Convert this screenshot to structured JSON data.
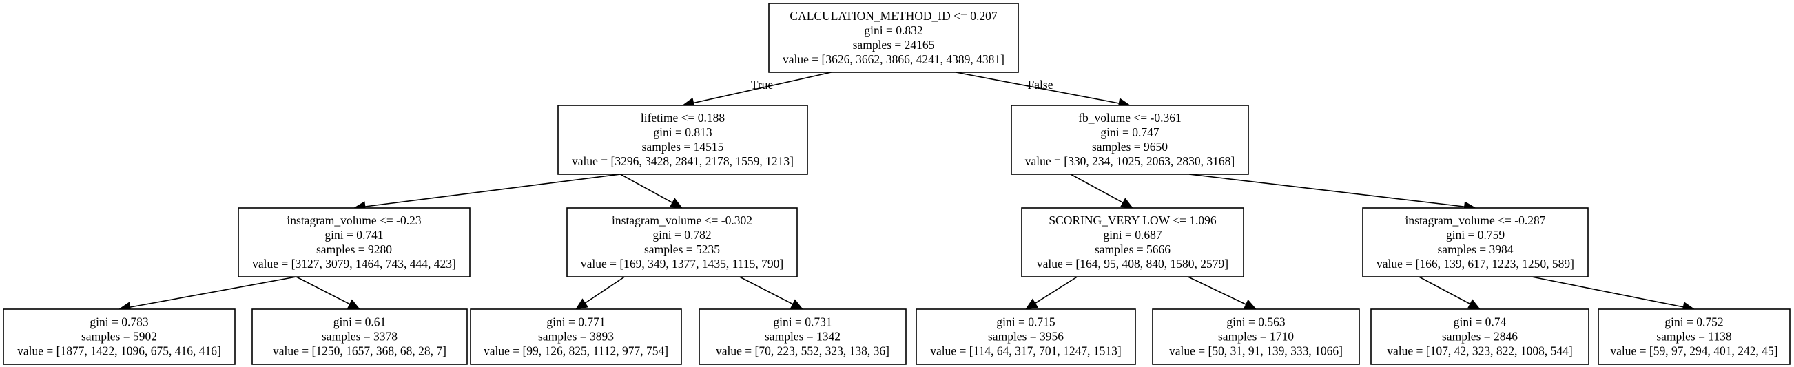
{
  "tree": {
    "nodes": [
      {
        "id": "n0",
        "lines": [
          "CALCULATION_METHOD_ID <= 0.207",
          "gini = 0.832",
          "samples = 24165",
          "value = [3626, 3662, 3866, 4241, 4389, 4381]"
        ]
      },
      {
        "id": "n1",
        "lines": [
          "lifetime <= 0.188",
          "gini = 0.813",
          "samples = 14515",
          "value = [3296, 3428, 2841, 2178, 1559, 1213]"
        ]
      },
      {
        "id": "n2",
        "lines": [
          "fb_volume <= -0.361",
          "gini = 0.747",
          "samples = 9650",
          "value = [330, 234, 1025, 2063, 2830, 3168]"
        ]
      },
      {
        "id": "n3",
        "lines": [
          "instagram_volume <= -0.23",
          "gini = 0.741",
          "samples = 9280",
          "value = [3127, 3079, 1464, 743, 444, 423]"
        ]
      },
      {
        "id": "n4",
        "lines": [
          "instagram_volume <= -0.302",
          "gini = 0.782",
          "samples = 5235",
          "value = [169, 349, 1377, 1435, 1115, 790]"
        ]
      },
      {
        "id": "n5",
        "lines": [
          "SCORING_VERY LOW <= 1.096",
          "gini = 0.687",
          "samples = 5666",
          "value = [164, 95, 408, 840, 1580, 2579]"
        ]
      },
      {
        "id": "n6",
        "lines": [
          "instagram_volume <= -0.287",
          "gini = 0.759",
          "samples = 3984",
          "value = [166, 139, 617, 1223, 1250, 589]"
        ]
      },
      {
        "id": "n7",
        "lines": [
          "gini = 0.783",
          "samples = 5902",
          "value = [1877, 1422, 1096, 675, 416, 416]"
        ]
      },
      {
        "id": "n8",
        "lines": [
          "gini = 0.61",
          "samples = 3378",
          "value = [1250, 1657, 368, 68, 28, 7]"
        ]
      },
      {
        "id": "n9",
        "lines": [
          "gini = 0.771",
          "samples = 3893",
          "value = [99, 126, 825, 1112, 977, 754]"
        ]
      },
      {
        "id": "n10",
        "lines": [
          "gini = 0.731",
          "samples = 1342",
          "value = [70, 223, 552, 323, 138, 36]"
        ]
      },
      {
        "id": "n11",
        "lines": [
          "gini = 0.715",
          "samples = 3956",
          "value = [114, 64, 317, 701, 1247, 1513]"
        ]
      },
      {
        "id": "n12",
        "lines": [
          "gini = 0.563",
          "samples = 1710",
          "value = [50, 31, 91, 139, 333, 1066]"
        ]
      },
      {
        "id": "n13",
        "lines": [
          "gini = 0.74",
          "samples = 2846",
          "value = [107, 42, 323, 822, 1008, 544]"
        ]
      },
      {
        "id": "n14",
        "lines": [
          "gini = 0.752",
          "samples = 1138",
          "value = [59, 97, 294, 401, 242, 45]"
        ]
      }
    ],
    "edges": [
      {
        "from": "n0",
        "to": "n1",
        "label": "True"
      },
      {
        "from": "n0",
        "to": "n2",
        "label": "False"
      },
      {
        "from": "n1",
        "to": "n3"
      },
      {
        "from": "n1",
        "to": "n4"
      },
      {
        "from": "n2",
        "to": "n5"
      },
      {
        "from": "n2",
        "to": "n6"
      },
      {
        "from": "n3",
        "to": "n7"
      },
      {
        "from": "n3",
        "to": "n8"
      },
      {
        "from": "n4",
        "to": "n9"
      },
      {
        "from": "n4",
        "to": "n10"
      },
      {
        "from": "n5",
        "to": "n11"
      },
      {
        "from": "n5",
        "to": "n12"
      },
      {
        "from": "n6",
        "to": "n13"
      },
      {
        "from": "n6",
        "to": "n14"
      }
    ]
  }
}
